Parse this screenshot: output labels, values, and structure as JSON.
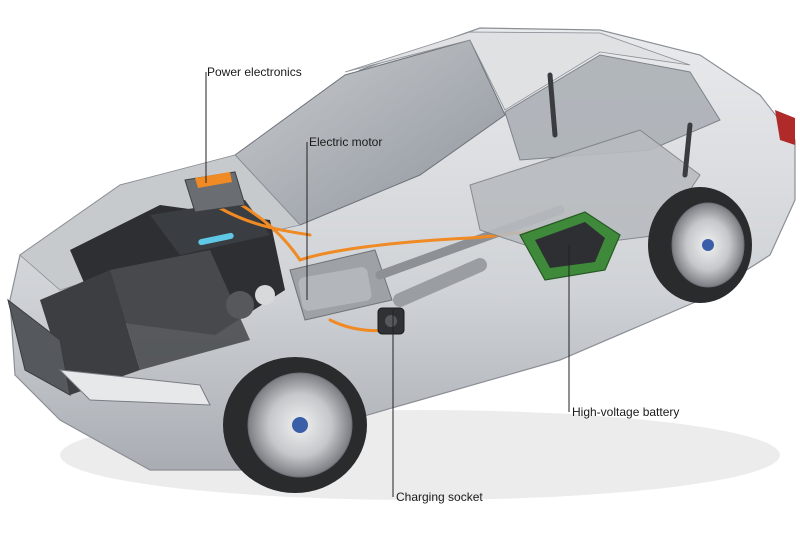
{
  "callouts": {
    "power_electronics": "Power electronics",
    "electric_motor": "Electric motor",
    "high_voltage_battery": "High-voltage battery",
    "charging_socket": "Charging socket"
  },
  "colors": {
    "car_body": "#d4d6d9",
    "glass": "#b9bec4",
    "hv_cable": "#f08a24",
    "battery_board": "#3f8a3a",
    "leader_line": "#222222"
  }
}
